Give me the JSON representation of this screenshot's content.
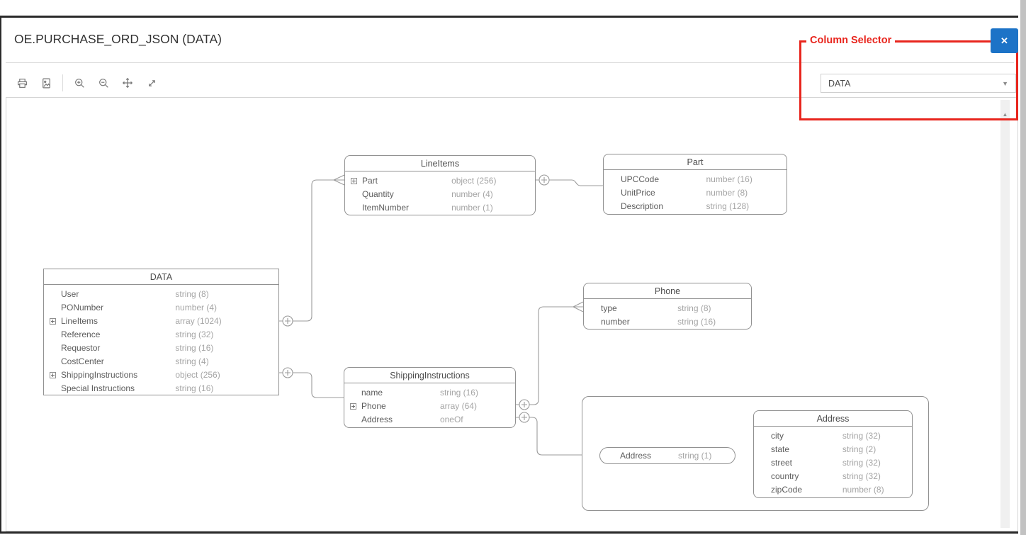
{
  "window": {
    "title": "OE.PURCHASE_ORD_JSON (DATA)"
  },
  "icons": {
    "close": "✕",
    "dropdown_arrow": "▼",
    "scroll_up": "▲"
  },
  "colors": {
    "accent_blue": "#1c73c7",
    "annotation_red": "#e8251d"
  },
  "annotation": {
    "label": "Column Selector"
  },
  "column_selector": {
    "value": "DATA"
  },
  "toolbar": {
    "icons": [
      "print",
      "export-image",
      "zoom-in",
      "zoom-out",
      "pan",
      "fit-screen"
    ]
  },
  "diagram": {
    "entities": {
      "data": {
        "title": "DATA",
        "fields": [
          {
            "name": "User",
            "type": "string (8)"
          },
          {
            "name": "PONumber",
            "type": "number (4)"
          },
          {
            "name": "LineItems",
            "type": "array (1024)",
            "expandable": true
          },
          {
            "name": "Reference",
            "type": "string (32)"
          },
          {
            "name": "Requestor",
            "type": "string (16)"
          },
          {
            "name": "CostCenter",
            "type": "string (4)"
          },
          {
            "name": "ShippingInstructions",
            "type": "object (256)",
            "expandable": true
          },
          {
            "name": "Special Instructions",
            "type": "string (16)"
          }
        ]
      },
      "lineItems": {
        "title": "LineItems",
        "fields": [
          {
            "name": "Part",
            "type": "object (256)",
            "expandable": true
          },
          {
            "name": "Quantity",
            "type": "number (4)"
          },
          {
            "name": "ItemNumber",
            "type": "number (1)"
          }
        ]
      },
      "part": {
        "title": "Part",
        "fields": [
          {
            "name": "UPCCode",
            "type": "number (16)"
          },
          {
            "name": "UnitPrice",
            "type": "number (8)"
          },
          {
            "name": "Description",
            "type": "string (128)"
          }
        ]
      },
      "phone": {
        "title": "Phone",
        "fields": [
          {
            "name": "type",
            "type": "string (8)"
          },
          {
            "name": "number",
            "type": "string (16)"
          }
        ]
      },
      "shippingInstructions": {
        "title": "ShippingInstructions",
        "fields": [
          {
            "name": "name",
            "type": "string (16)"
          },
          {
            "name": "Phone",
            "type": "array (64)",
            "expandable": true
          },
          {
            "name": "Address",
            "type": "oneOf"
          }
        ]
      },
      "addressChoice": {
        "name": "Address",
        "type": "string (1)"
      },
      "address": {
        "title": "Address",
        "fields": [
          {
            "name": "city",
            "type": "string (32)"
          },
          {
            "name": "state",
            "type": "string (2)"
          },
          {
            "name": "street",
            "type": "string (32)"
          },
          {
            "name": "country",
            "type": "string (32)"
          },
          {
            "name": "zipCode",
            "type": "number (8)"
          }
        ]
      }
    }
  }
}
